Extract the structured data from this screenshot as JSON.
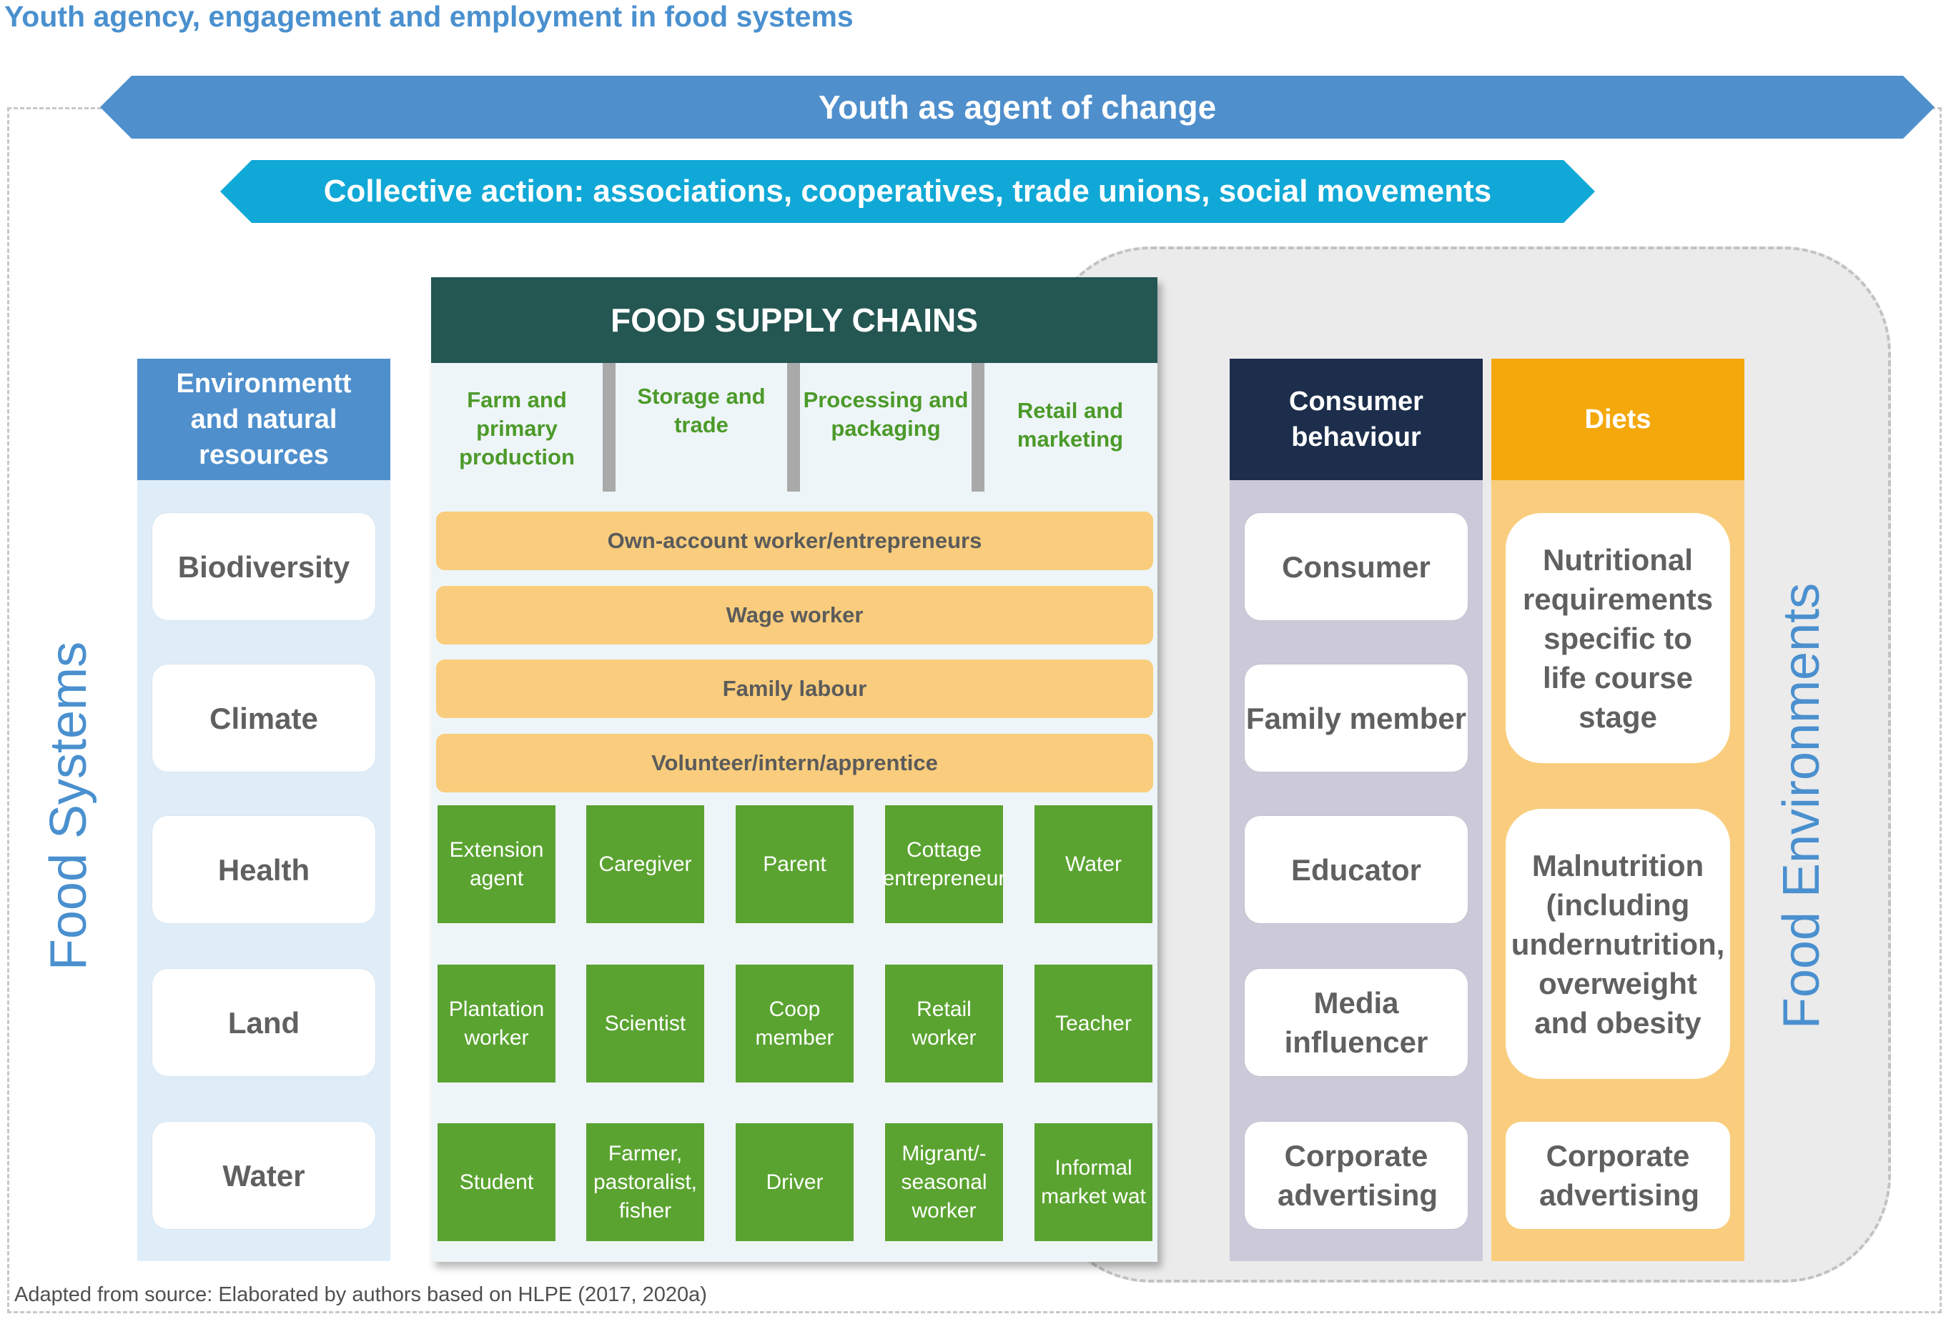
{
  "title": "Youth agency, engagement and employment in food systems",
  "arrows": {
    "youth": "Youth as agent of change",
    "collective": "Collective action: associations, cooperatives, trade unions, social movements"
  },
  "side_labels": {
    "left": "Food Systems",
    "right": "Food Environments"
  },
  "environment": {
    "header": "Environmentt and natural resources",
    "items": [
      "Biodiversity",
      "Climate",
      "Health",
      "Land",
      "Water"
    ]
  },
  "supply_chains": {
    "header": "FOOD SUPPLY CHAINS",
    "stages": [
      "Farm and primary production",
      "Storage and trade",
      "Processing and packaging",
      "Retail and marketing"
    ],
    "roles": [
      "Own-account worker/entrepreneurs",
      "Wage worker",
      "Family labour",
      "Volunteer/intern/apprentice"
    ],
    "occupations": [
      [
        "Extension agent",
        "Caregiver",
        "Parent",
        "Cottage entrepreneur",
        "Water"
      ],
      [
        "Plantation worker",
        "Scientist",
        "Coop member",
        "Retail worker",
        "Teacher"
      ],
      [
        "Student",
        "Farmer, pastoralist, fisher",
        "Driver",
        "Migrant/-seasonal worker",
        "Informal market wat"
      ]
    ]
  },
  "consumer_behaviour": {
    "header": "Consumer behaviour",
    "items": [
      "Consumer",
      "Family member",
      "Educator",
      "Media influencer",
      "Corporate advertising"
    ]
  },
  "diets": {
    "header": "Diets",
    "items": [
      "Nutritional requirements specific to life course stage",
      "Malnutrition (including undernutrition, overweight and obesity",
      "Corporate advertising"
    ]
  },
  "source_note": "Adapted from source: Elaborated by authors based on HLPE (2017, 2020a)",
  "colors": {
    "title_blue": "#4a90cf",
    "youth_arrow": "#4f8fcc",
    "collective_arrow": "#10a8d6",
    "supply_chain_header": "#245652",
    "stage_text": "#4c9a2a",
    "role_bar": "#f9cd7d",
    "occupation_box": "#5aa330",
    "consumer_header": "#1d2e4c",
    "diets_header": "#f4a80c"
  }
}
